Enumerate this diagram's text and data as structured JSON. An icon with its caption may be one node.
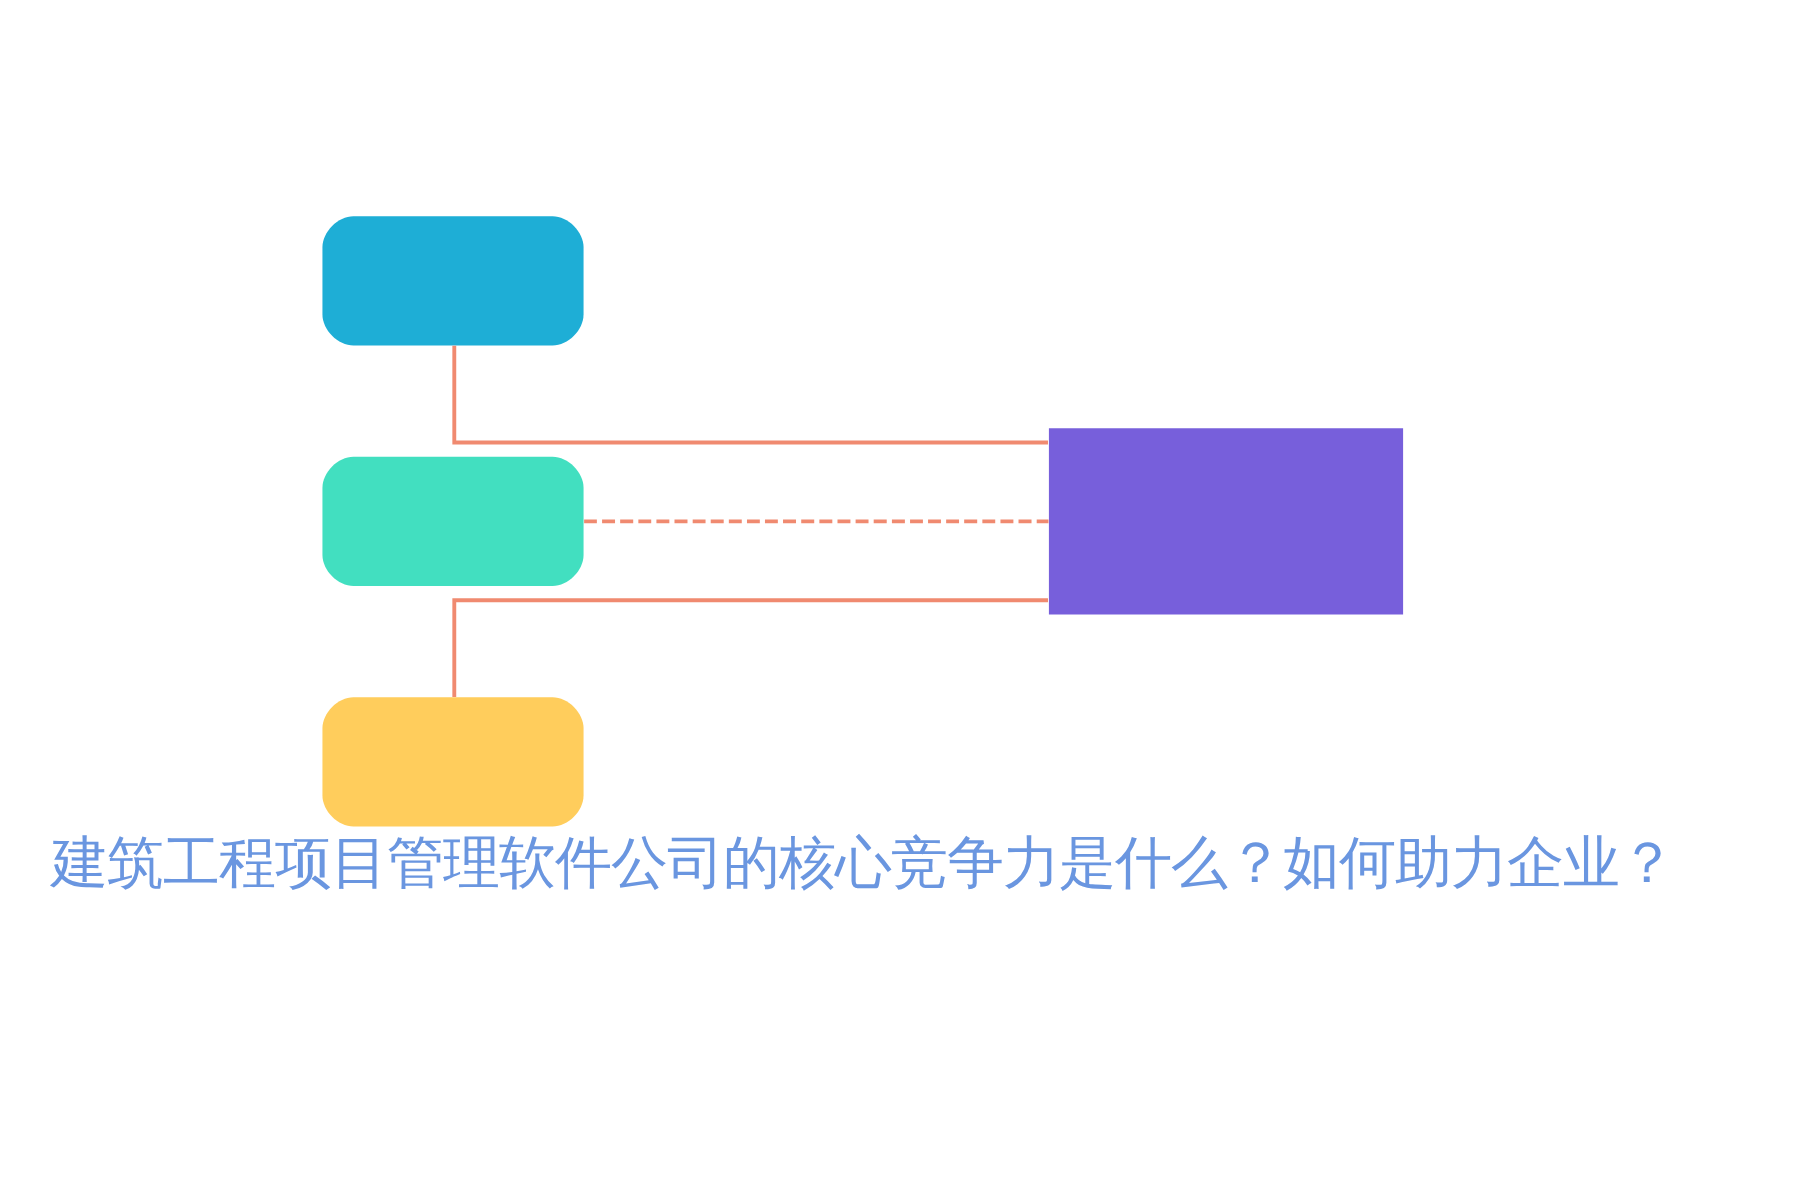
{
  "diagram": {
    "title": "建筑工程项目管理软件公司的核心竞争力是什么？如何助力企业？",
    "nodes": [
      {
        "text": [],
        "shape": "box"
      },
      {
        "text": [],
        "shape": "box"
      },
      {
        "text": [],
        "shape": "box"
      },
      {
        "text": [],
        "shape": "box"
      }
    ],
    "edges": [
      {
        "from": 0,
        "to": 3,
        "arrow": "none"
      },
      {
        "from": 1,
        "to": 3,
        "arrow": "none",
        "style": "dashed"
      },
      {
        "from": 2,
        "to": 3,
        "arrow": "none"
      }
    ]
  }
}
